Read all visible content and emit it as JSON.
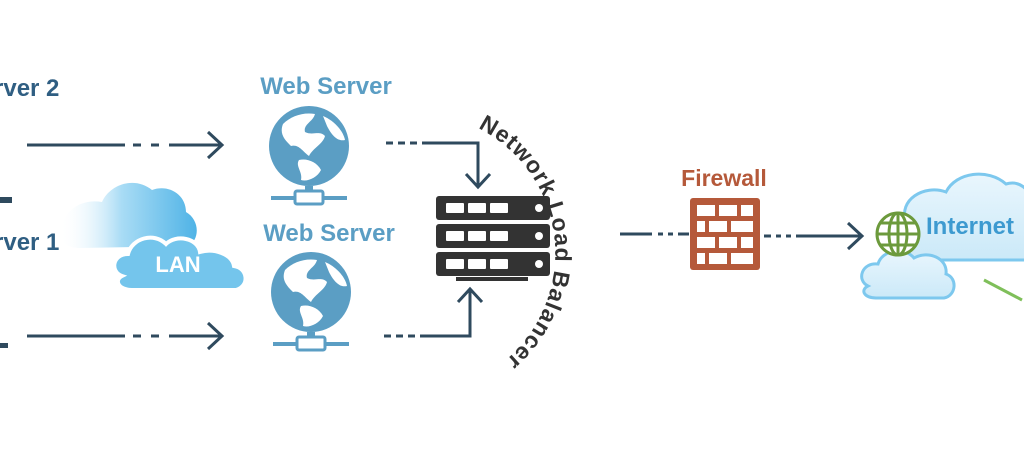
{
  "labels": {
    "server2": "rver 2",
    "server1": "rver 1",
    "web_server_top": "Web Server",
    "web_server_bottom": "Web Server",
    "lan": "LAN",
    "firewall": "Firewall",
    "internet": "Internet",
    "nlb": "Network Load Balancer"
  },
  "colors": {
    "line": "#2f4a5e",
    "server_blue": "#5b9ec4",
    "firewall": "#b5593a",
    "cloud": "#6ec3ec",
    "globe_green": "#6c9a3c",
    "rack": "#333333"
  },
  "icons": [
    "web-server-globe-icon",
    "load-balancer-rack-icon",
    "firewall-brick-icon",
    "cloud-icon",
    "globe-icon"
  ]
}
